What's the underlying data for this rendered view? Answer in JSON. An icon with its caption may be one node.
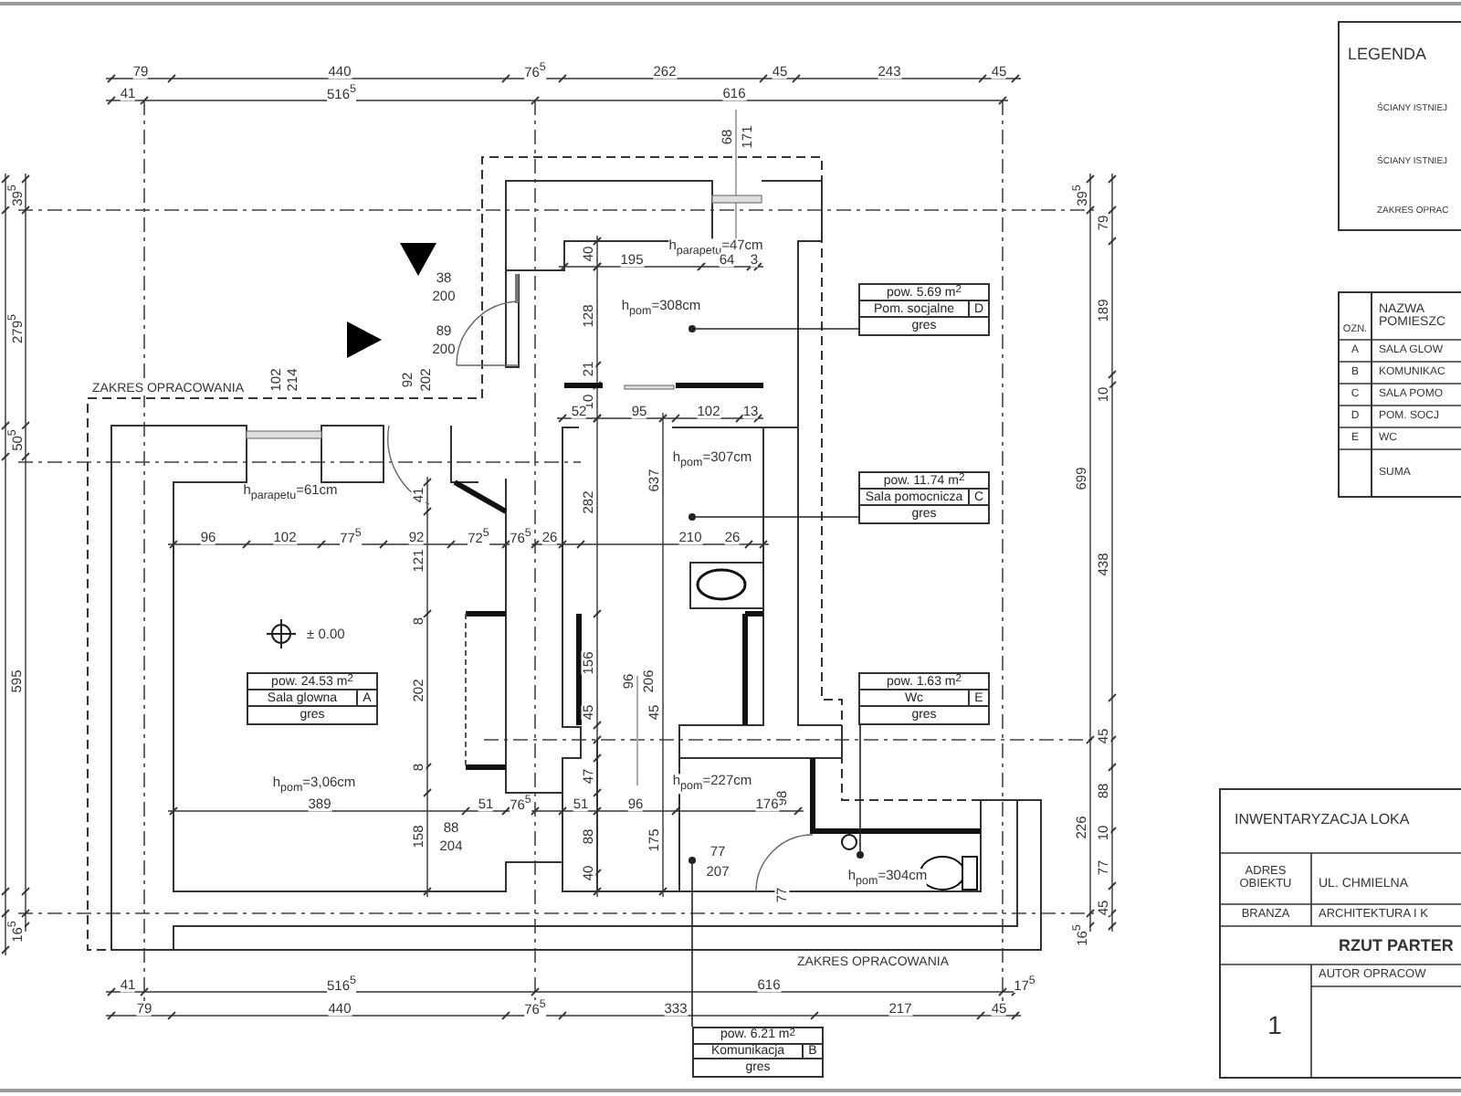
{
  "diagram": {
    "nodes": [
      {
        "text": [
          "pow. 5.69 m$^{2}$",
          "Pom. socjalne",
          "D",
          "gres"
        ]
      },
      {
        "text": [],
        "shape": "circle"
      },
      {
        "text": [
          "pow. 11.74 m$^{2}$",
          "Sala pomocnicza",
          "C",
          "gres"
        ]
      },
      {
        "text": [],
        "shape": "circle"
      },
      {
        "text": [
          "pow. 24.53 m$^{2}$",
          "Sala glowna",
          "A",
          "gres"
        ]
      },
      {
        "text": [
          "pow. 1.63 m$^{2}$",
          "Wc",
          "E",
          "gres"
        ]
      },
      {
        "text": [],
        "shape": "circle"
      },
      {
        "text": [],
        "shape": "circle"
      },
      {
        "text": [
          "pow. 6.21 m$^{2}$",
          "Komunikacja",
          "B",
          "gres"
        ]
      }
    ],
    "edges": [
      {
        "from": 0,
        "to": 1,
        "arrow": "none"
      },
      {
        "from": 2,
        "to": 3,
        "arrow": "none"
      },
      {
        "from": 5,
        "to": 6,
        "arrow": "none"
      },
      {
        "from": 8,
        "to": 7,
        "arrow": "none"
      }
    ],
    "labels": [
      "79",
      "440",
      "76$^{5}$",
      "262",
      "45",
      "243",
      "45",
      "41",
      "516$^{5}$",
      "616",
      "LEGENDA",
      "ŚCIANY ISTNIEJ",
      "ŚCIANY ISTNIEJ",
      "ZAKRES OPRAC",
      "68",
      "171",
      "39$^{5}$",
      "39$^{5}$",
      "79",
      "40",
      "h$_{parapetu}$=47cm",
      "195",
      "64",
      "3",
      "38",
      "200",
      "128",
      "h$_{pom}$=308cm",
      "189",
      "279$^{5}$",
      "89",
      "200",
      "21",
      "102",
      "214",
      "92",
      "202",
      "ZAKRES OPRACOWANIA",
      "10",
      "10",
      "52",
      "95",
      "102",
      "13",
      "50$^{5}$",
      "637",
      "h$_{pom}$=307cm",
      "699",
      "h$_{parapetu}$=61cm",
      "41",
      "282",
      "96",
      "102",
      "77$^{5}$",
      "92",
      "72$^{5}$",
      "76$^{5}$",
      "26",
      "210",
      "26",
      "121",
      "438",
      "8",
      "± 0.00",
      "156",
      "96",
      "206",
      "202",
      "595",
      "45",
      "45",
      "45",
      "8",
      "47",
      "h$_{pom}$=3,06cm",
      "h$_{pom}$=227cm",
      "98",
      "88",
      "389",
      "51",
      "76$^{5}$",
      "51",
      "96",
      "176",
      "158",
      "88",
      "204",
      "88",
      "40",
      "175",
      "77",
      "207",
      "h$_{pom}$=304cm",
      "226",
      "10",
      "77",
      "77",
      "45",
      "16$^{5}$",
      "16$^{5}$",
      "ZAKRES OPRACOWANIA",
      "41",
      "516$^{5}$",
      "616",
      "17$^{5}$",
      "79",
      "440",
      "76$^{5}$",
      "333",
      "217",
      "45",
      "OZN.",
      "NAZWA POMIESZC",
      "A",
      "SALA GLOW",
      "B",
      "KOMUNIKAC",
      "C",
      "SALA POMO",
      "D",
      "POM. SOCJ",
      "E",
      "WC",
      "SUMA",
      "INWENTARYZACJA LOKA",
      "ADRES OBIEKTU",
      "UL. CHMIELNA",
      "BRANZA",
      "ARCHITEKTURA I K",
      "RZUT PARTER",
      "1",
      "AUTOR OPRACOW"
    ]
  }
}
